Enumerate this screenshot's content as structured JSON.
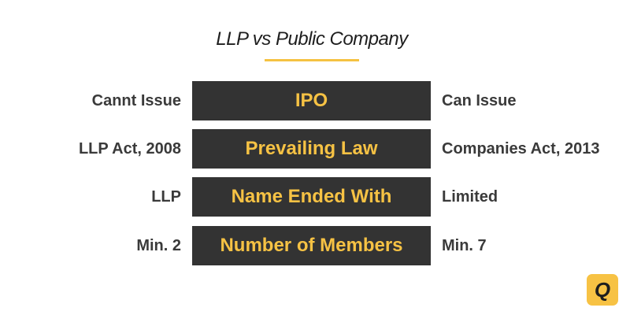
{
  "title": "LLP vs Public Company",
  "rows": [
    {
      "left": "Cannt Issue",
      "center": "IPO",
      "right": "Can Issue"
    },
    {
      "left": "LLP Act, 2008",
      "center": "Prevailing Law",
      "right": "Companies Act, 2013"
    },
    {
      "left": "LLP",
      "center": "Name Ended With",
      "right": "Limited"
    },
    {
      "left": "Min. 2",
      "center": "Number of Members",
      "right": "Min. 7"
    }
  ],
  "logo": {
    "text": "Q",
    "icon": "q-logo-icon"
  },
  "colors": {
    "accent": "#f5c242",
    "box_background": "#333333",
    "box_text": "#f6c244",
    "side_text": "#3a3a3a"
  }
}
